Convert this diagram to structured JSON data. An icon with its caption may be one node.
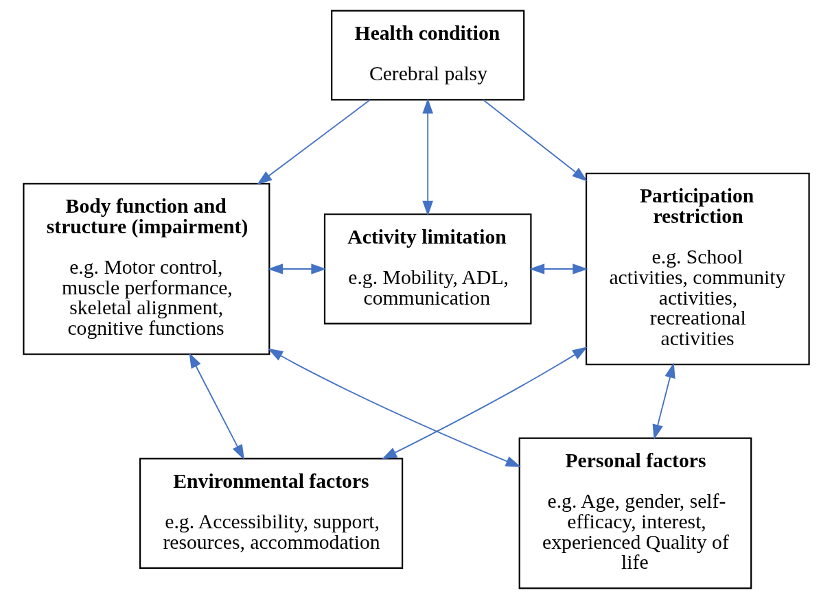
{
  "diagram": {
    "nodes": [
      {
        "text": [
          "Health condition",
          "Cerebral palsy"
        ]
      },
      {
        "text": [
          "Body function and structure (impairment)",
          "e.g. Motor control, muscle performance, skeletal alignment, cognitive functions"
        ]
      },
      {
        "text": [
          "Activity limitation",
          "e.g. Mobility, ADL, communication"
        ]
      },
      {
        "text": [
          "Participation restriction",
          "e.g. School activities, community activities, recreational activities"
        ]
      },
      {
        "text": [
          "Environmental factors",
          "e.g. Accessibility, support, resources, accommodation"
        ]
      },
      {
        "text": [
          "Personal factors",
          "e.g. Age, gender, self-efficacy, interest, experienced Quality of life"
        ]
      }
    ],
    "edges": [
      {
        "from": 0,
        "to": 2,
        "arrow": "both"
      },
      {
        "from": 0,
        "to": 1,
        "arrow": "to"
      },
      {
        "from": 0,
        "to": 3,
        "arrow": "to"
      },
      {
        "from": 1,
        "to": 2,
        "arrow": "both"
      },
      {
        "from": 2,
        "to": 3,
        "arrow": "both"
      },
      {
        "from": 1,
        "to": 4,
        "arrow": "both"
      },
      {
        "from": 3,
        "to": 4,
        "arrow": "both"
      },
      {
        "from": 1,
        "to": 5,
        "arrow": "both"
      },
      {
        "from": 3,
        "to": 5,
        "arrow": "both"
      }
    ]
  }
}
